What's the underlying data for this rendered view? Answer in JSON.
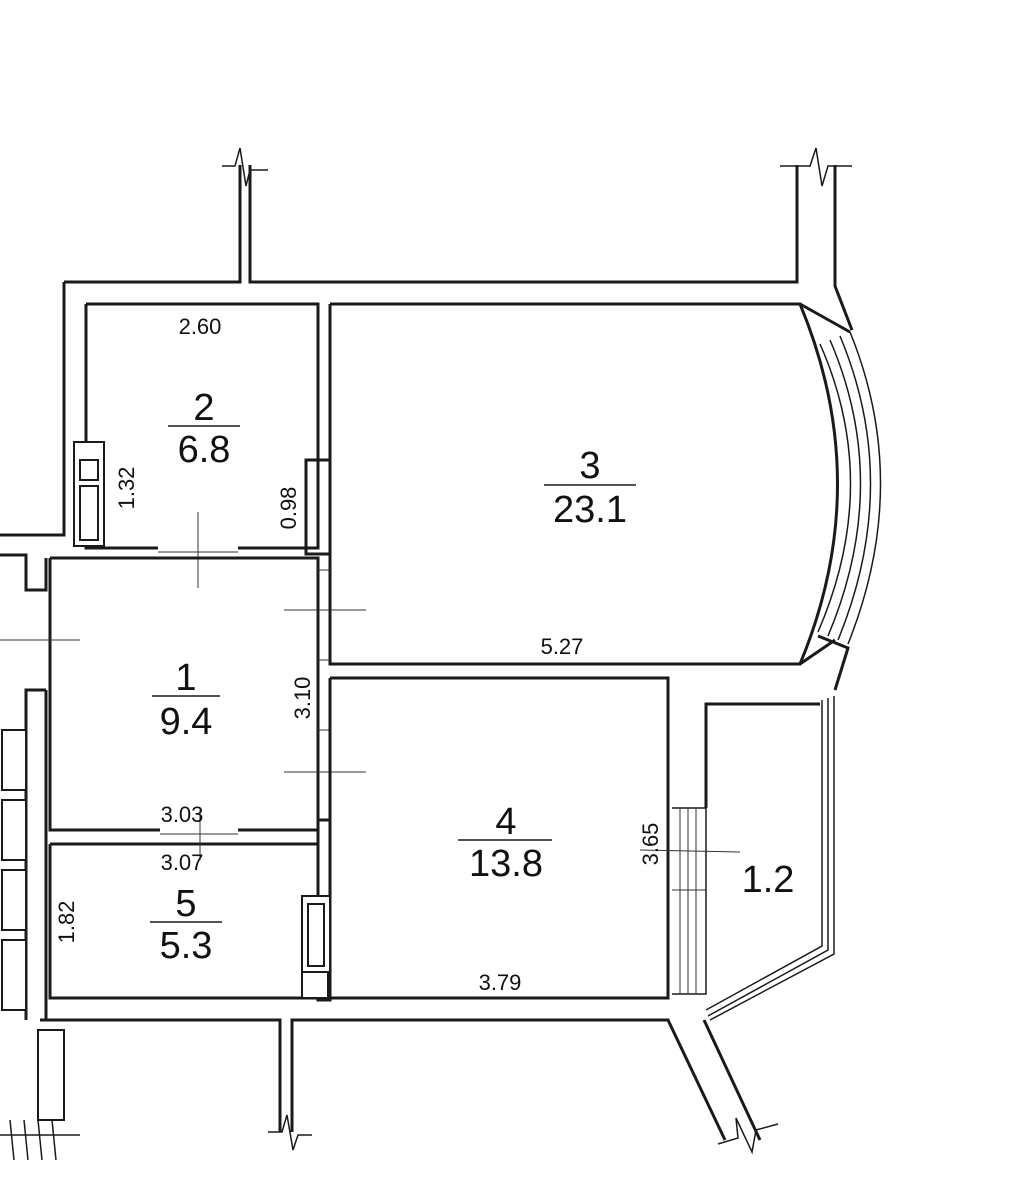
{
  "rooms": [
    {
      "id": "1",
      "number": "1",
      "area": "9.4"
    },
    {
      "id": "2",
      "number": "2",
      "area": "6.8"
    },
    {
      "id": "3",
      "number": "3",
      "area": "23.1"
    },
    {
      "id": "4",
      "number": "4",
      "area": "13.8"
    },
    {
      "id": "5",
      "number": "5",
      "area": "5.3"
    },
    {
      "id": "balcony",
      "number": "",
      "area": "1.2"
    }
  ],
  "dimensions": {
    "room2_width": "2.60",
    "room2_height": "1.32",
    "room2_door": "0.98",
    "room3_width": "5.27",
    "room1_height": "3.10",
    "room1_width": "3.03",
    "room5_width": "3.07",
    "room5_height": "1.82",
    "room4_width": "3.79",
    "room4_height": "3.65"
  }
}
